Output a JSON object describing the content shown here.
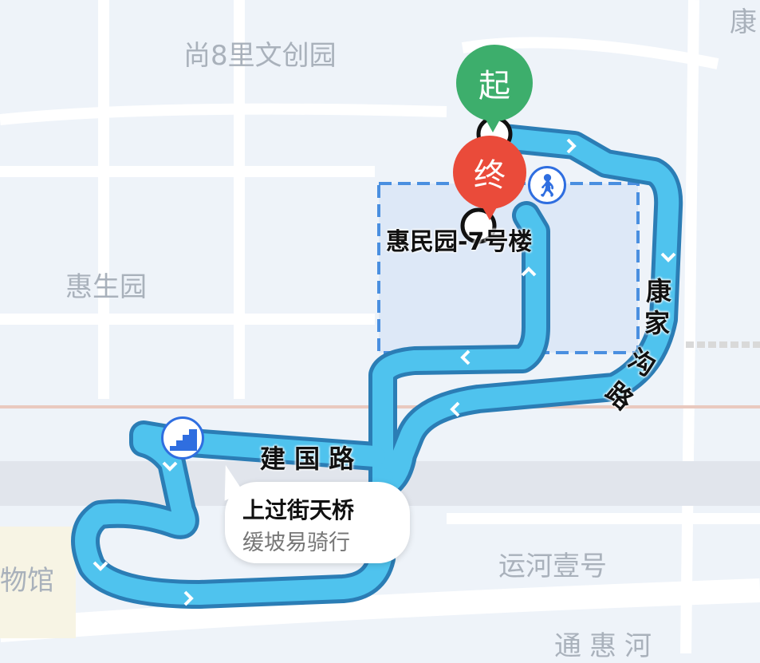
{
  "map": {
    "poi_labels": [
      "尚8里文创园",
      "惠生园",
      "运河壹号",
      "物馆",
      "康",
      "通惠河"
    ],
    "road_labels": {
      "jianguo": "建 国 路",
      "kangjiagou": [
        "康",
        "家",
        "沟",
        "路"
      ]
    },
    "destination_name": "惠民园-7号楼",
    "start_marker": "起",
    "end_marker": "终",
    "callout": {
      "title": "上过街天桥",
      "subtitle": "缓坡易骑行"
    },
    "icons": [
      "walk-icon",
      "overpass-stairs-icon"
    ],
    "colors": {
      "route": "#4fc3ee",
      "route_outline": "#2b7db5",
      "start": "#3dae6c",
      "end": "#ea4b3a",
      "area": "#4a8fe0"
    }
  }
}
